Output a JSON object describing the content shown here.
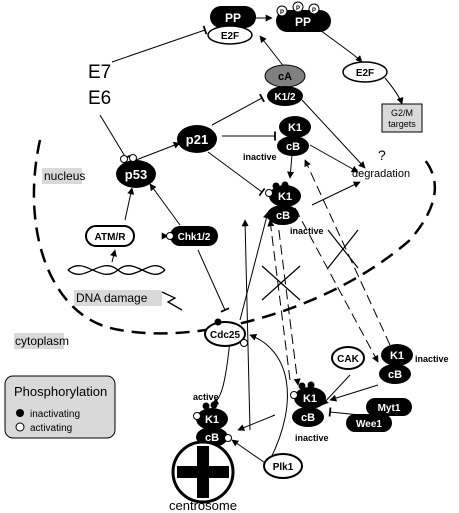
{
  "nodes": {
    "pp_top": "PP",
    "e2f_bound": "E2F",
    "pp_phos": "PP",
    "p_marks": [
      "P",
      "P",
      "P"
    ],
    "e2f_free": "E2F",
    "g2m_targets_line1": "G2/M",
    "g2m_targets_line2": "targets",
    "e7": "E7",
    "e6": "E6",
    "ca": "cA",
    "k12": "K1/2",
    "p21": "p21",
    "p53": "p53",
    "k1": "K1",
    "cb": "cB",
    "atmr": "ATM/R",
    "chk12": "Chk1/2",
    "cdc25": "Cdc25",
    "cak": "CAK",
    "myt1": "Myt1",
    "wee1": "Wee1",
    "plk1": "Plk1",
    "question": "?",
    "degradation": "degradation"
  },
  "labels": {
    "nucleus": "nucleus",
    "cytoplasm": "cytoplasm",
    "dna_damage": "DNA damage",
    "inactive": "inactive",
    "active": "active",
    "centrosome": "centrosome"
  },
  "legend": {
    "title": "Phosphorylation",
    "inactivating": "inactivating",
    "activating": "activating"
  },
  "colors": {
    "black": "#000000",
    "gray_node": "#808080",
    "light_box": "#d9d9d9",
    "white": "#ffffff"
  }
}
